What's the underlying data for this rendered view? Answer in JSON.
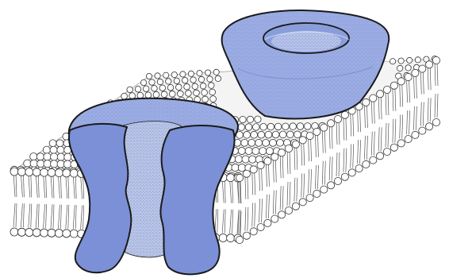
{
  "figure": {
    "background": "#ffffff",
    "colors": {
      "protein_fill": "#97a9e0",
      "protein_dark": "#7b8fd4",
      "protein_pore": "#b9c6ea",
      "outline": "#1a1a1a",
      "lipid_head": "#ffffff",
      "tail_line": "#555555"
    },
    "elements": {
      "lipid_bilayer": "lipid-bilayer",
      "channel_protein": "channel-protein-cutaway",
      "pore_protein": "pore-protein-top"
    }
  }
}
